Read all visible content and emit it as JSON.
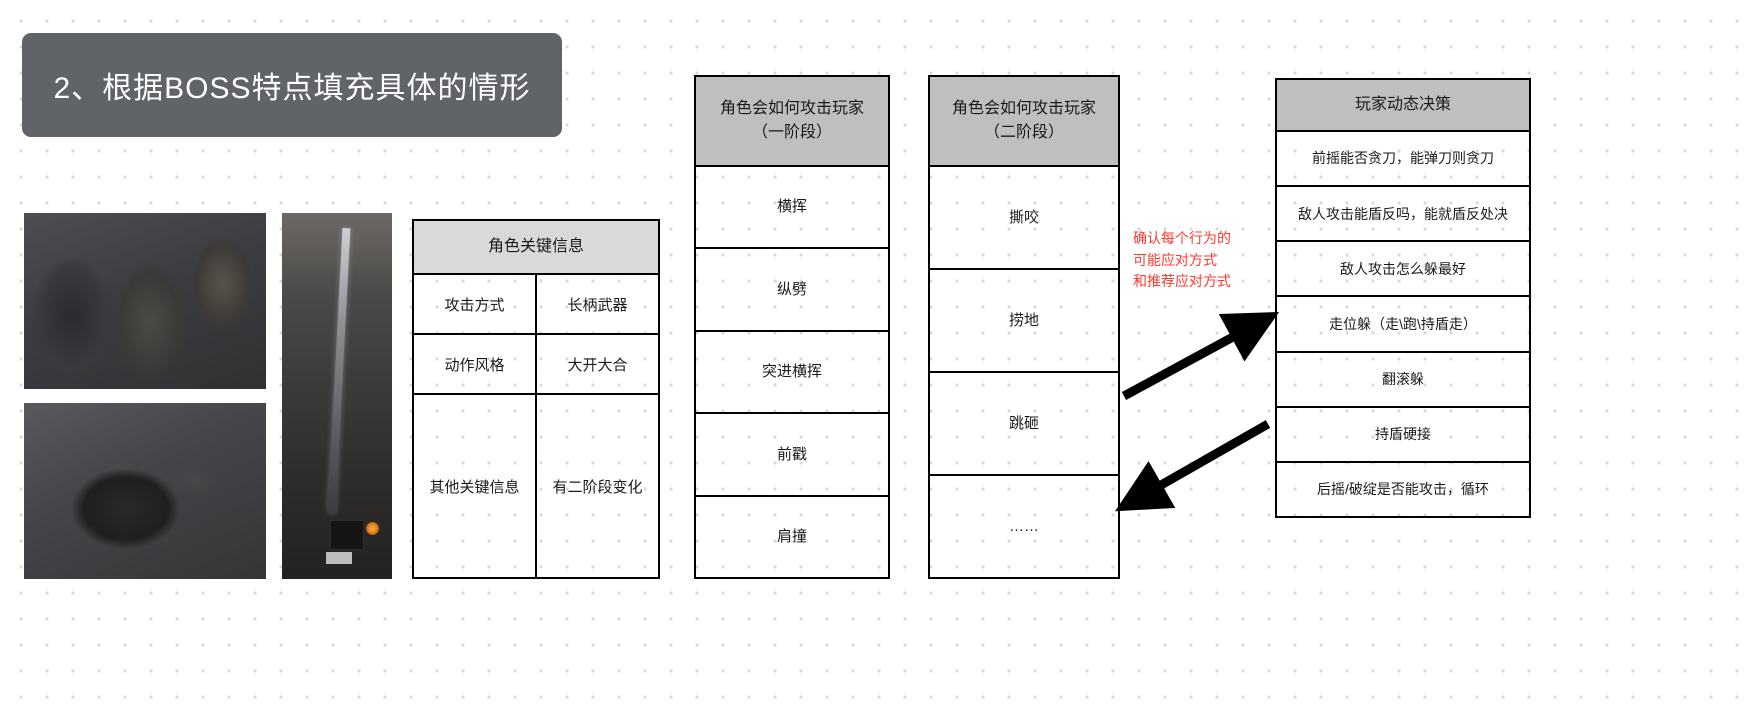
{
  "title": {
    "text": "2、根据BOSS特点填充具体的情形"
  },
  "images": {
    "characters_label": "concept-art-characters",
    "beast_label": "concept-art-beast",
    "screenshot_label": "in-game-screenshot"
  },
  "character_info": {
    "header": "角色关键信息",
    "rows": [
      {
        "key": "攻击方式",
        "value": "长柄武器"
      },
      {
        "key": "动作风格",
        "value": "大开大合"
      },
      {
        "key": "其他关键信息",
        "value": "有二阶段变化"
      }
    ]
  },
  "phase1": {
    "header_line1": "角色会如何攻击玩家",
    "header_line2": "（一阶段）",
    "moves": [
      "横挥",
      "纵劈",
      "突进横挥",
      "前戳",
      "肩撞"
    ]
  },
  "phase2": {
    "header_line1": "角色会如何攻击玩家",
    "header_line2": "（二阶段）",
    "moves": [
      "撕咬",
      "捞地",
      "跳砸",
      "……"
    ]
  },
  "annotation": {
    "line1": "确认每个行为的",
    "line2": "可能应对方式",
    "line3": "和推荐应对方式",
    "color": "#ff3b30"
  },
  "player_decision": {
    "header": "玩家动态决策",
    "items": [
      "前摇能否贪刀，能弹刀则贪刀",
      "敌人攻击能盾反吗，能就盾反处决",
      "敌人攻击怎么躲最好",
      "走位躲（走\\跑\\持盾走）",
      "翻滚躲",
      "持盾硬接",
      "后摇/破绽是否能攻击，循环"
    ]
  },
  "colors": {
    "banner": "#606468",
    "header_light": "#d9d9d9",
    "header_dark": "#bfbfbf",
    "border": "#000000",
    "annotation_red": "#ff3b30"
  }
}
